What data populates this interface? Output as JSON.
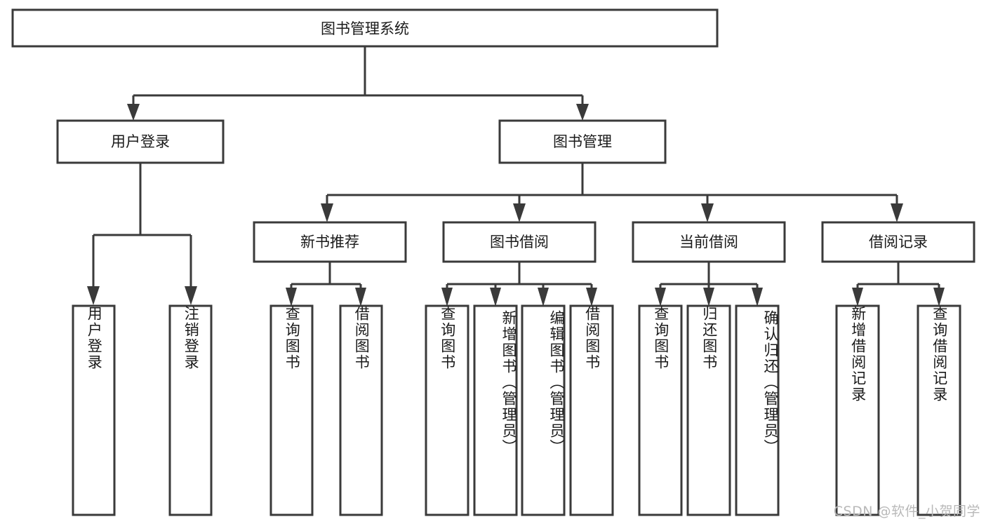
{
  "diagram": {
    "title": "图书管理系统",
    "type": "tree-hierarchy",
    "watermark": "CSDN @软件_小贺同学",
    "colors": {
      "stroke": "#3a3a3a",
      "box_fill": "#ffffff",
      "text": "#1a1a1a",
      "background": "#ffffff",
      "watermark": "#b9b9b9"
    },
    "root": {
      "label": "图书管理系统"
    },
    "level2": [
      {
        "label": "用户登录"
      },
      {
        "label": "图书管理"
      }
    ],
    "level3": [
      {
        "label": "新书推荐"
      },
      {
        "label": "图书借阅"
      },
      {
        "label": "当前借阅"
      },
      {
        "label": "借阅记录"
      }
    ],
    "leaves": {
      "user_login": [
        {
          "label": "用户登录"
        },
        {
          "label": "注销登录"
        }
      ],
      "new_book": [
        {
          "label": "查询图书"
        },
        {
          "label": "借阅图书"
        }
      ],
      "book_borrow": [
        {
          "label": "查询图书"
        },
        {
          "label": "新增图书（管理员）"
        },
        {
          "label": "编辑图书（管理员）"
        },
        {
          "label": "借阅图书"
        }
      ],
      "current_borrow": [
        {
          "label": "查询图书"
        },
        {
          "label": "归还图书"
        },
        {
          "label": "确认归还（管理员）"
        }
      ],
      "borrow_record": [
        {
          "label": "新增借阅记录"
        },
        {
          "label": "查询借阅记录"
        }
      ]
    }
  }
}
